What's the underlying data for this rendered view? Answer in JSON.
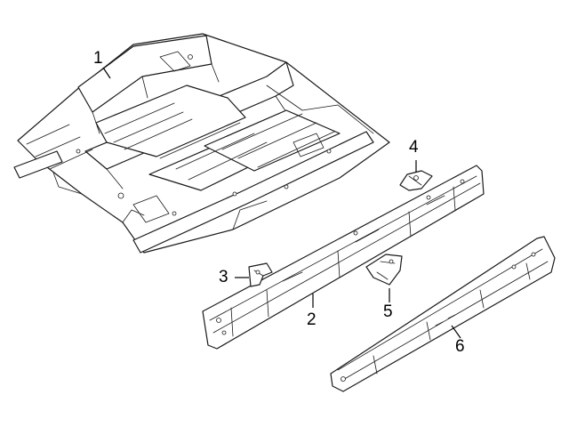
{
  "diagram": {
    "type": "exploded-parts-diagram",
    "callouts": [
      {
        "id": "floor-pan",
        "label": "1"
      },
      {
        "id": "inner-rocker-panel",
        "label": "2"
      },
      {
        "id": "bracket-left",
        "label": "3"
      },
      {
        "id": "bracket-upper",
        "label": "4"
      },
      {
        "id": "bracket-center",
        "label": "5"
      },
      {
        "id": "rocker-reinforcement",
        "label": "6"
      }
    ]
  },
  "colors": {
    "line": "#1a1a1a",
    "background": "#ffffff"
  }
}
